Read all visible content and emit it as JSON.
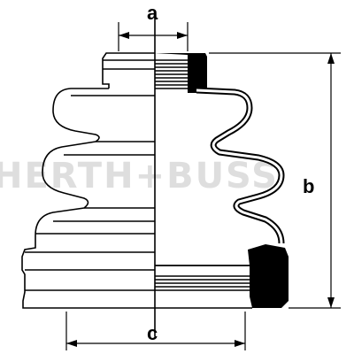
{
  "diagram": {
    "dimension_labels": {
      "a": "a",
      "b": "b",
      "c": "c"
    },
    "watermark": "HERTH+BUSS",
    "colors": {
      "line": "#000000",
      "background": "#ffffff",
      "watermark": "#b8b8b8"
    }
  }
}
